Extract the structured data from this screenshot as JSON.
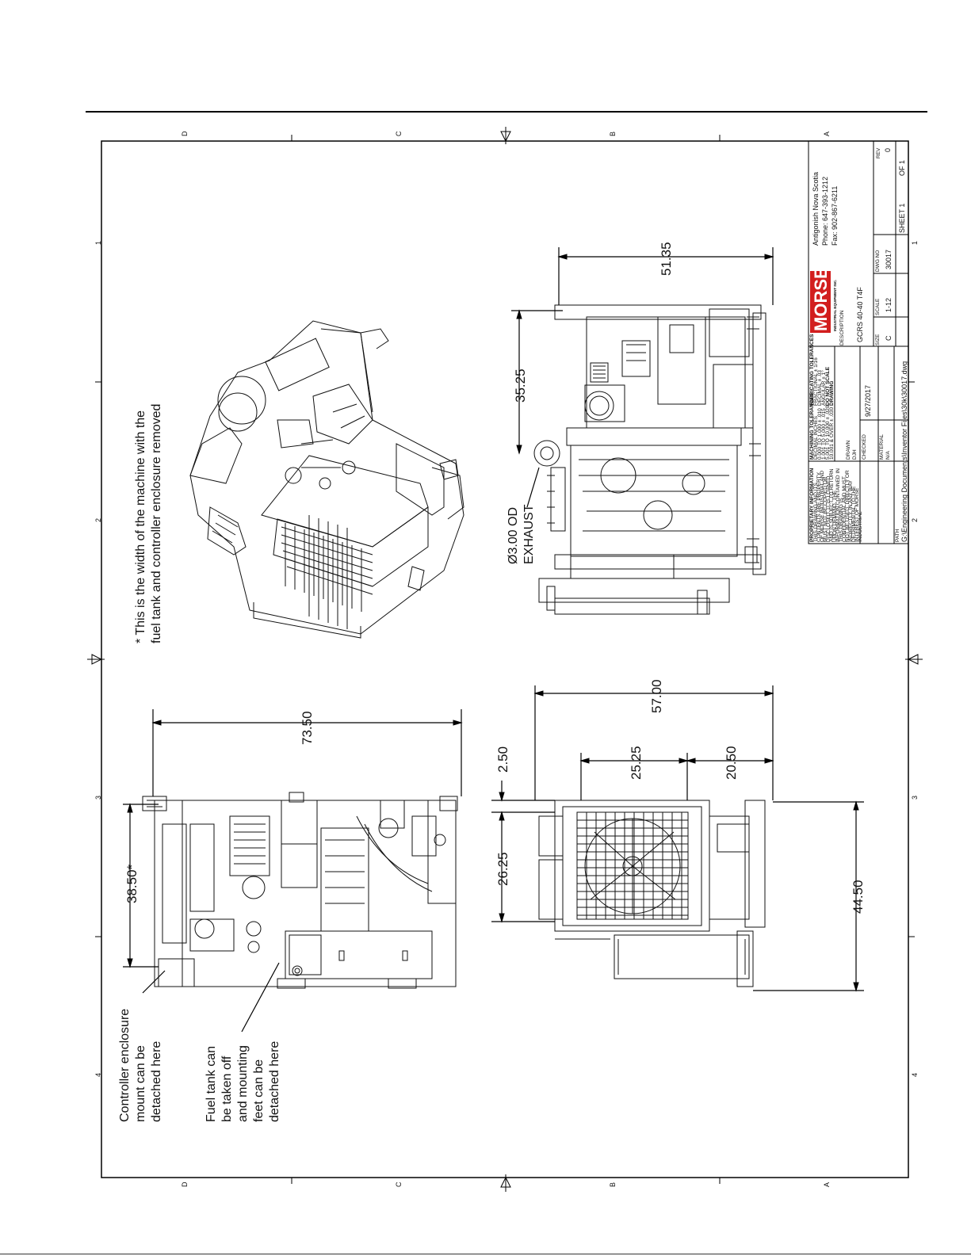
{
  "border": {
    "zones_top": [
      "D",
      "C",
      "B",
      "A"
    ],
    "zones_side": [
      "1",
      "2",
      "3",
      "4"
    ]
  },
  "notes": {
    "width_note_line1": "* This is the width of the machine with the",
    "width_note_line2": "fuel tank and controller enclosure removed",
    "controller_line1": "Controller enclosure",
    "controller_line2": "mount can be",
    "controller_line3": "detached here",
    "fuel_line1": "Fuel tank can",
    "fuel_line2": "be taken off",
    "fuel_line3": "and mounting",
    "fuel_line4": "feet can be",
    "fuel_line5": "detached here",
    "exhaust_line1": "Ø3.00 OD",
    "exhaust_line2": "EXHAUST"
  },
  "dimensions": {
    "d_73_50": "73.50",
    "d_38_50": "38.50*",
    "d_51_35": "51.35",
    "d_35_25": "35.25",
    "d_57_00": "57.00",
    "d_25_25": "25.25",
    "d_20_50": "20.50",
    "d_2_50": "2.50",
    "d_26_25": "26.25",
    "d_44_50": "44.50"
  },
  "title_block": {
    "company_location": "Antigonish Nova Scotia",
    "phone": "Phone: 647-393-1212",
    "fax": "Fax: 902-867-6211",
    "logo_text": "MORSE",
    "logo_sub": "INDUSTRIAL EQUIPMENT INC.",
    "description_label": "DESCRIPTION",
    "description": "GCRS 40-40 T4F",
    "size_label": "SIZE",
    "size": "C",
    "scale_label": "SCALE",
    "scale": "1-12",
    "dwg_no_label": "DWG NO",
    "dwg_no": "30017",
    "rev_label": "REV",
    "rev": "0",
    "sheet": "SHEET 1",
    "sheet_of": "OF 1",
    "drawn_label": "DRAWN",
    "drawn": "DJH",
    "date": "9/27/2017",
    "checked_label": "CHECKED",
    "material_label": "MATERIAL",
    "material": "N/A",
    "path_label": "PATH",
    "path": "G:\\Engineering Documents\\Inventor Files\\30k\\30017.dwg",
    "prop_title": "PROPRIETARY INFORMATION",
    "prop_1": "THIS DRAWING AND ITS",
    "prop_2": "CONTENTS ARE PROPERTY",
    "prop_3": "OF MORSE INDUSTRIAL AND",
    "prop_4": "MUST NOT BE COPIED OR",
    "prop_5": "DISCLOSED. IT IS LOANED",
    "prop_6": "AND IS SUBJECT TO RETURN",
    "prop_7": "UPON DEMAND. THE",
    "prop_8": "INFORMATION CONTAINED IN",
    "prop_9": "THIS DRAWING IS",
    "prop_10": "CONFIDENTIAL AND MUST",
    "prop_11": "NOT BE USED, DIRECTLY OR",
    "prop_12": "INDIRECTLY, IN ANY WAY",
    "prop_13": "DETRIMENTAL TO THE",
    "prop_14": "INTEREST OF MORSE",
    "prop_15": "INDUSTRIAL",
    "tol_title": "MACHINING TOLERANCES",
    "tol_sub": "DECIMAL INCHES",
    "tol_1": "0.000 TO 1.000  ± .010",
    "tol_2": "1.001 TO 5.000  ± .015",
    "tol_3": "5.001 TO 10.000  ± .020",
    "tol_4": "10.001 & OVER  ± .030",
    "ftol_title": "FABRICATING TOLERANCES",
    "ftol_1": "FRACTIONAL ± 1/16",
    "ftol_2": "DECIMAL ± .03",
    "ftol_3": "ANGULAR ± 1°",
    "ftol_4": "DO NOT SCALE",
    "ftol_5": "DRAWING"
  }
}
